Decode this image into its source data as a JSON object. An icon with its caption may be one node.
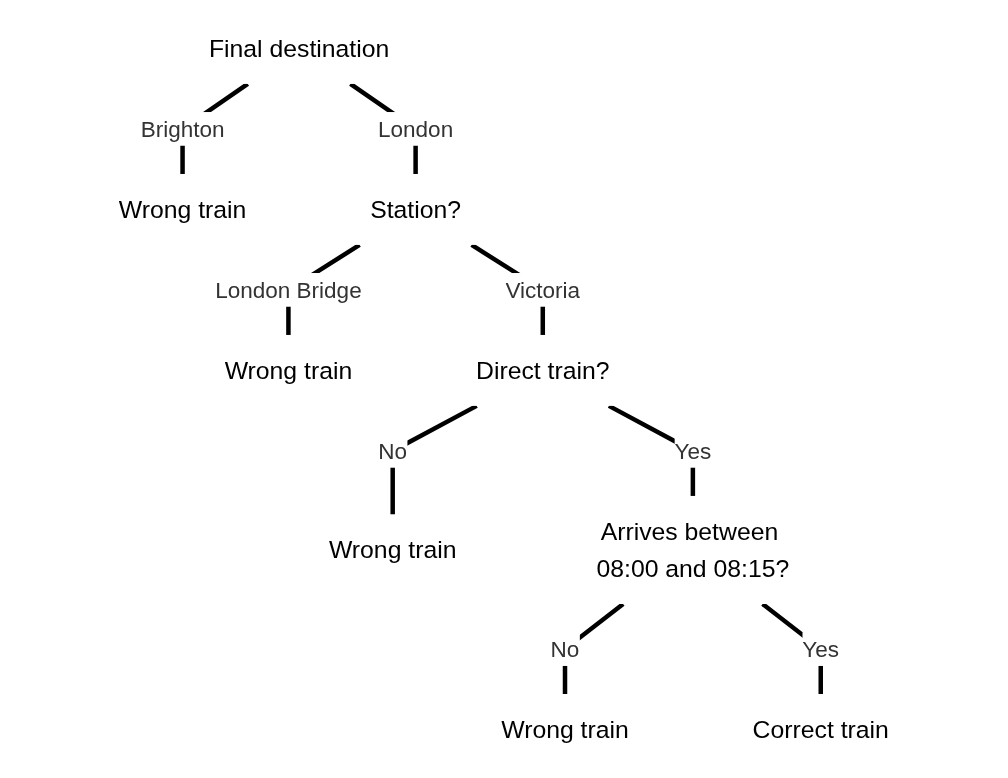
{
  "diagram": {
    "nodes": [
      {
        "text": [
          "Final destination"
        ]
      },
      {
        "text": [
          "Wrong train"
        ]
      },
      {
        "text": [
          "Station?"
        ]
      },
      {
        "text": [
          "Wrong train"
        ]
      },
      {
        "text": [
          "Direct train?"
        ]
      },
      {
        "text": [
          "Wrong train"
        ]
      },
      {
        "text": [
          "Arrives between 08:00 and 08:15?"
        ]
      },
      {
        "text": [
          "Wrong train"
        ]
      },
      {
        "text": [
          "Correct train"
        ]
      }
    ],
    "edges": [
      {
        "from": 0,
        "to": 1,
        "arrow": "none",
        "label": "Brighton"
      },
      {
        "from": 0,
        "to": 2,
        "arrow": "none",
        "label": "London"
      },
      {
        "from": 2,
        "to": 3,
        "arrow": "none",
        "label": "London Bridge"
      },
      {
        "from": 2,
        "to": 4,
        "arrow": "none",
        "label": "Victoria"
      },
      {
        "from": 4,
        "to": 5,
        "arrow": "none",
        "label": "No"
      },
      {
        "from": 4,
        "to": 6,
        "arrow": "none",
        "label": "Yes"
      },
      {
        "from": 6,
        "to": 7,
        "arrow": "none",
        "label": "No"
      },
      {
        "from": 6,
        "to": 8,
        "arrow": "none",
        "label": "Yes"
      }
    ]
  }
}
